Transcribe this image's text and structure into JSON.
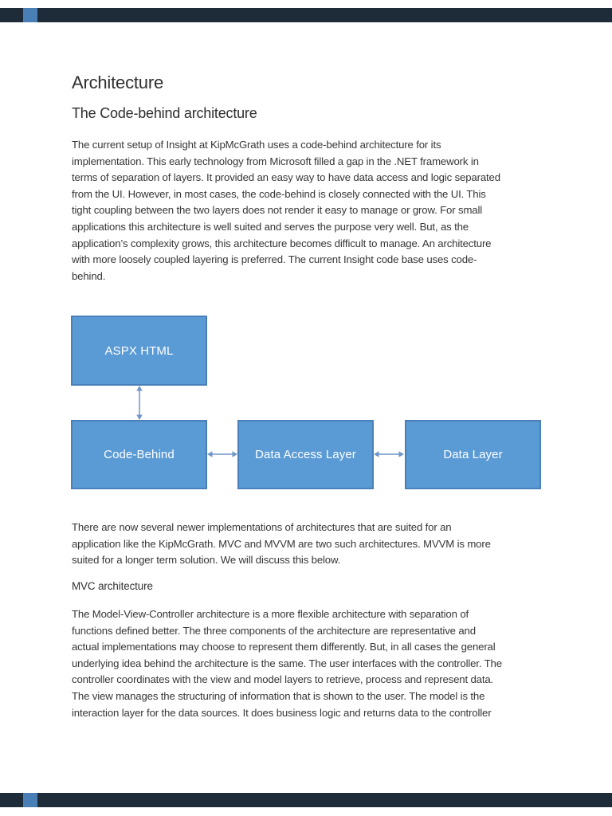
{
  "viewer": {
    "page_divider_color": "#1e2b38",
    "adjacent_page_peek_color": "#4a7fb5"
  },
  "document": {
    "heading1": "Architecture",
    "heading2": "The Code-behind architecture",
    "paragraph1": "The current setup of Insight at KipMcGrath uses a code-behind architecture for its\nimplementation. This early technology from Microsoft filled a gap in the .NET framework in\nterms of separation of layers. It provided an easy way to have data access and logic separated\nfrom the UI.  However, in most cases, the code-behind is closely connected with the UI. This\ntight coupling between the two layers does not render it easy to manage or grow. For small\napplications this architecture is well suited and serves the purpose very well. But, as the\napplication’s complexity grows, this architecture becomes difficult to manage. An architecture\nwith more loosely coupled layering is preferred. The current Insight code base uses code-\nbehind.",
    "paragraph2": "There are now several newer implementations of architectures that are suited for an\napplication like the  KipMcGrath. MVC and MVVM are two such architectures. MVVM is more\nsuited for a longer term solution. We will discuss this below.",
    "heading3": "MVC architecture",
    "paragraph3": "The Model-View-Controller architecture is a more flexible architecture with separation of\nfunctions defined better. The three components of the architecture are representative and\nactual implementations may choose to represent them differently. But, in all cases the general\nunderlying idea behind the architecture is the same. The user interfaces with the controller. The\ncontroller coordinates with the view and model layers to retrieve, process and represent data.\nThe view manages the structuring of information that is shown to the user. The model is the\ninteraction layer for the data sources. It does business logic and returns data to the controller"
  },
  "diagram": {
    "box_fill": "#5b9bd5",
    "box_border": "#4a80b9",
    "arrow_color": "#6f96c9",
    "boxes": [
      {
        "label": "ASPX HTML"
      },
      {
        "label": "Code-Behind"
      },
      {
        "label": "Data Access Layer"
      },
      {
        "label": "Data Layer"
      }
    ]
  }
}
